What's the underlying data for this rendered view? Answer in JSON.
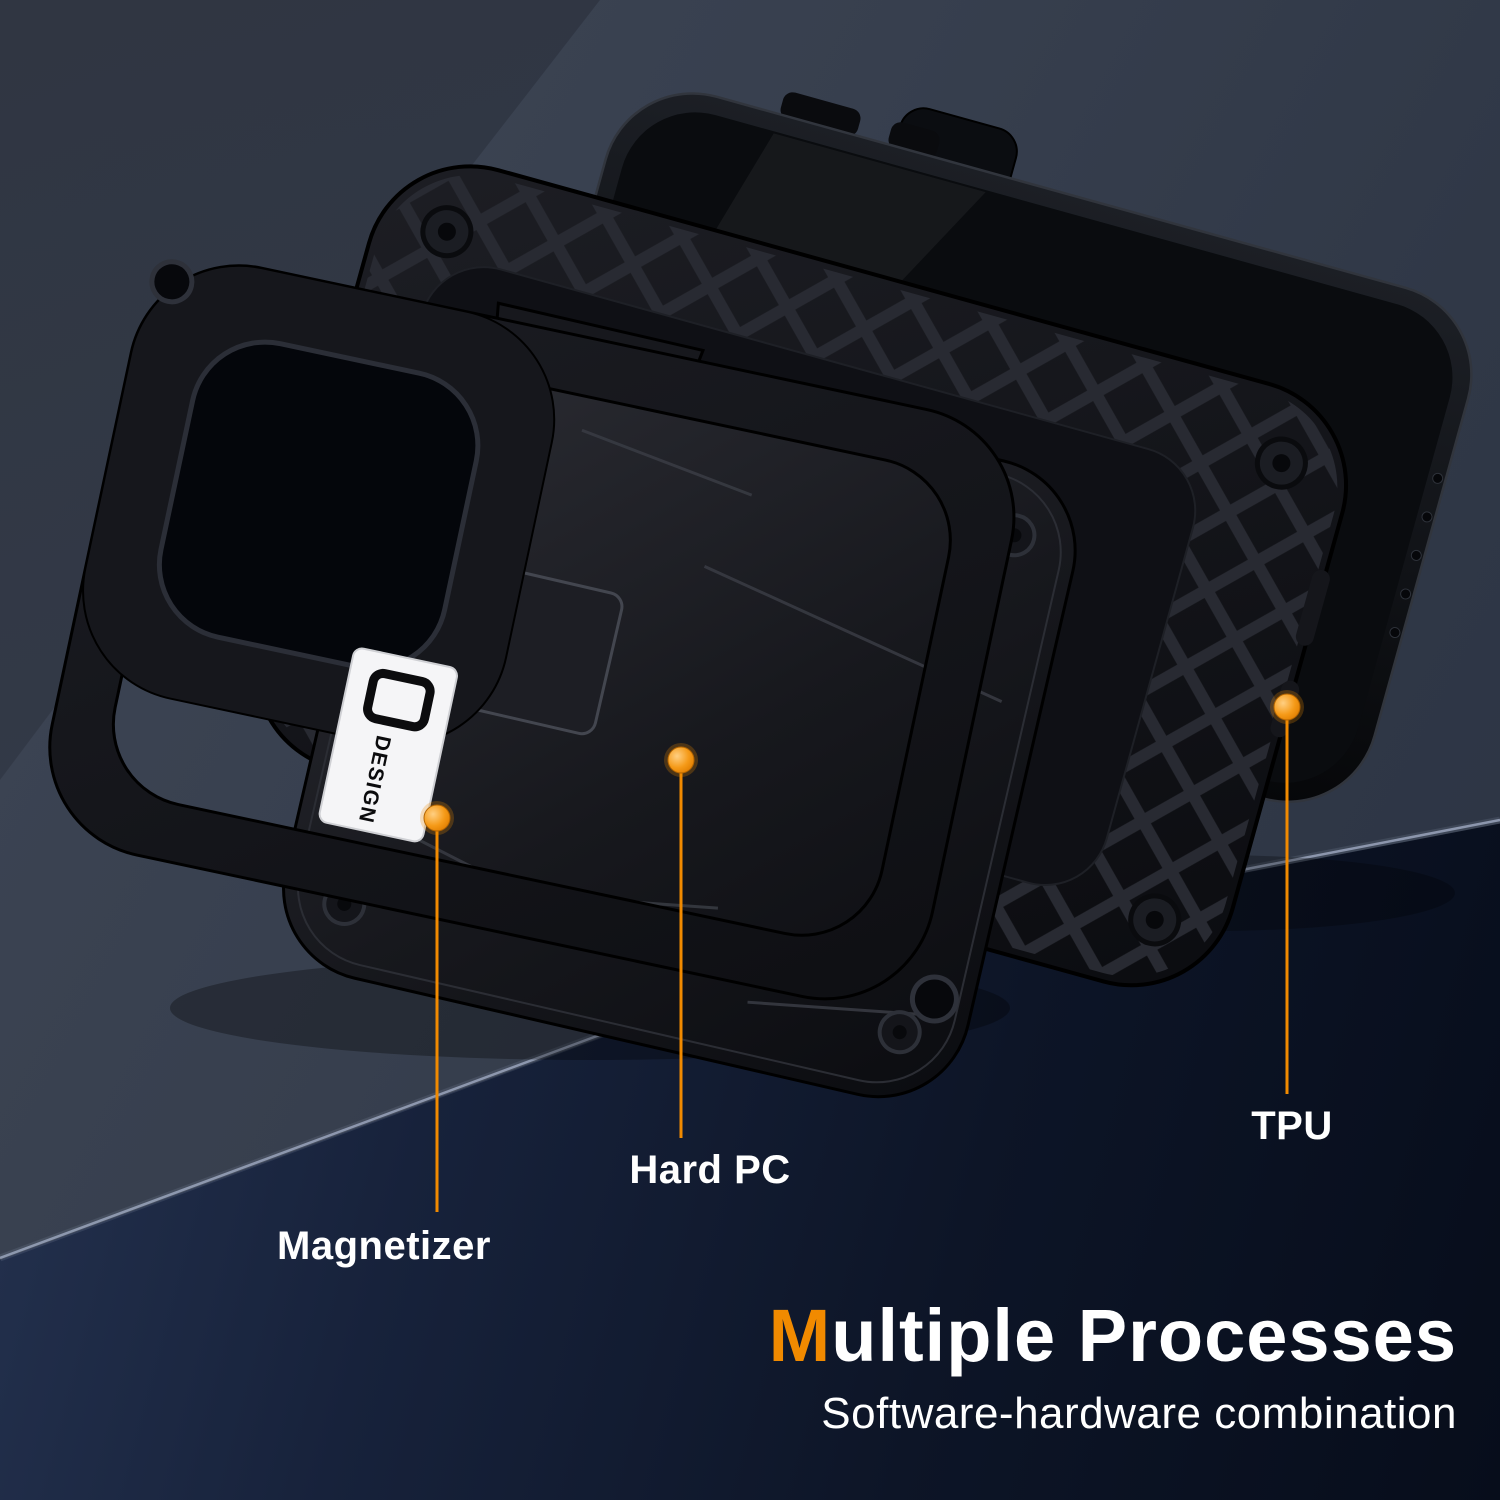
{
  "accent_color": "#F18A00",
  "badge": {
    "brand": "DESIGN"
  },
  "callouts": [
    {
      "id": "magnetizer",
      "label": "Magnetizer"
    },
    {
      "id": "hard-pc",
      "label": "Hard PC"
    },
    {
      "id": "tpu",
      "label": "TPU"
    }
  ],
  "headline": {
    "lead": "M",
    "rest": "ultiple Processes"
  },
  "subheadline": "Software-hardware combination"
}
